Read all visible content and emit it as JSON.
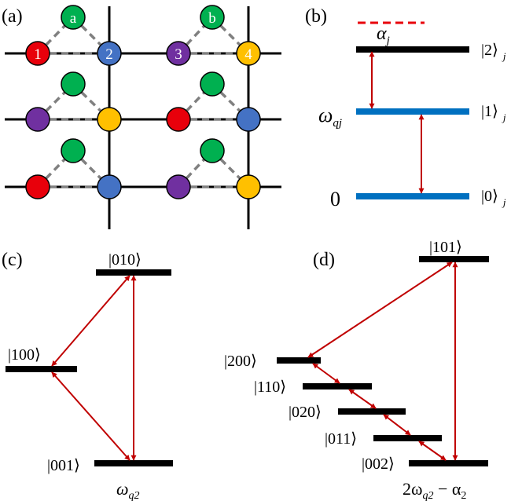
{
  "colors": {
    "red": "#e8000b",
    "blue": "#4472c4",
    "purple": "#7030a0",
    "yellow": "#ffc000",
    "green": "#00b050",
    "level_black": "#000000",
    "level_blue": "#0070c0",
    "arrow": "#c00000",
    "dashed_link": "#808080"
  },
  "panel_a": {
    "label": "(a)",
    "rows": [
      {
        "sites": [
          {
            "color": "red",
            "label": "1"
          },
          {
            "color": "blue",
            "label": "2"
          },
          {
            "color": "purple",
            "label": "3"
          },
          {
            "color": "yellow",
            "label": "4"
          }
        ],
        "couplers": [
          {
            "color": "green",
            "label": "a"
          },
          {
            "color": "green",
            "label": "b"
          }
        ]
      },
      {
        "sites": [
          {
            "color": "purple",
            "label": ""
          },
          {
            "color": "yellow",
            "label": ""
          },
          {
            "color": "red",
            "label": ""
          },
          {
            "color": "blue",
            "label": ""
          }
        ],
        "couplers": [
          {
            "color": "green",
            "label": ""
          },
          {
            "color": "green",
            "label": ""
          }
        ]
      },
      {
        "sites": [
          {
            "color": "red",
            "label": ""
          },
          {
            "color": "blue",
            "label": ""
          },
          {
            "color": "purple",
            "label": ""
          },
          {
            "color": "yellow",
            "label": ""
          }
        ],
        "couplers": [
          {
            "color": "green",
            "label": ""
          },
          {
            "color": "green",
            "label": ""
          }
        ]
      }
    ]
  },
  "panel_b": {
    "label": "(b)",
    "anharmonicity_label": "α",
    "anharmonicity_sub": "j",
    "energy_label": "ω",
    "energy_sub": "qj",
    "zero_label": "0",
    "levels": [
      {
        "ket": "|2⟩",
        "sub": "j",
        "color": "level_black"
      },
      {
        "ket": "|1⟩",
        "sub": "j",
        "color": "level_blue"
      },
      {
        "ket": "|0⟩",
        "sub": "j",
        "color": "level_blue"
      }
    ]
  },
  "panel_c": {
    "label": "(c)",
    "levels": [
      {
        "ket": "|010⟩"
      },
      {
        "ket": "|100⟩"
      },
      {
        "ket": "|001⟩"
      }
    ],
    "bottom_label": "ω",
    "bottom_sub": "q2"
  },
  "panel_d": {
    "label": "(d)",
    "levels": [
      {
        "ket": "|101⟩"
      },
      {
        "ket": "|200⟩"
      },
      {
        "ket": "|110⟩"
      },
      {
        "ket": "|020⟩"
      },
      {
        "ket": "|011⟩"
      },
      {
        "ket": "|002⟩"
      }
    ],
    "bottom_label_a": "2ω",
    "bottom_sub_a": "q2",
    "bottom_label_b": " − α",
    "bottom_sub_b": "2"
  }
}
